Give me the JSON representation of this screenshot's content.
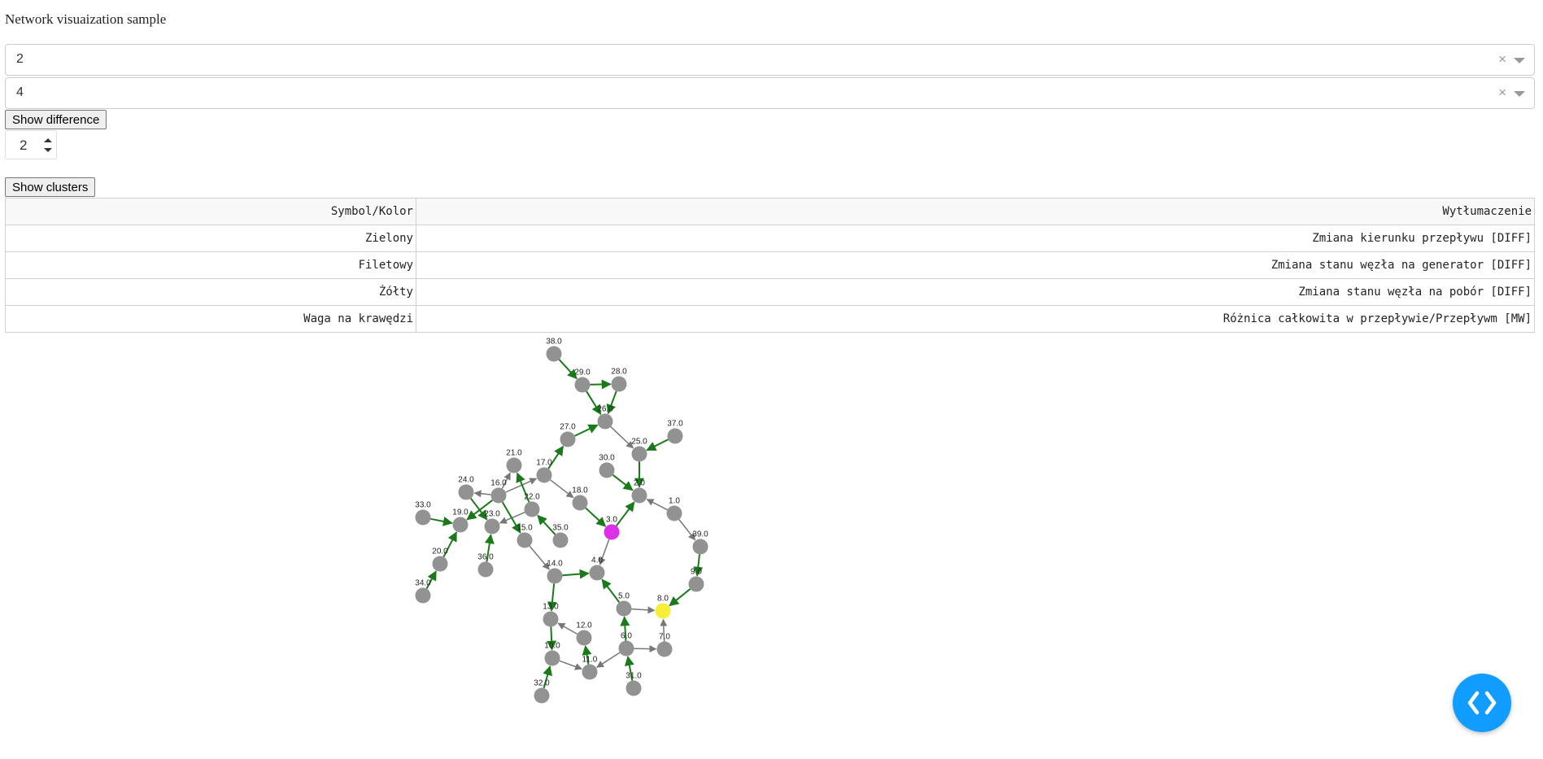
{
  "title": "Network visuaization sample",
  "dropdowns": [
    {
      "value": "2",
      "clear": "×"
    },
    {
      "value": "4",
      "clear": "×"
    }
  ],
  "buttons": {
    "show_difference": "Show difference",
    "show_clusters": "Show clusters"
  },
  "stepper": {
    "value": "2"
  },
  "legend_table": {
    "headers": [
      "Symbol/Kolor",
      "Wytłumaczenie"
    ],
    "rows": [
      [
        "Zielony",
        "Zmiana kierunku przepływu [DIFF]"
      ],
      [
        "Filetowy",
        "Zmiana stanu węzła na generator [DIFF]"
      ],
      [
        "Żółty",
        "Zmiana stanu węzła na pobór [DIFF]"
      ],
      [
        "Waga na krawędzi",
        "Różnica całkowita w przepływie/Przepływm [MW]"
      ]
    ]
  },
  "graph": {
    "colors": {
      "node": "#929292",
      "generator": "#dd2fe8",
      "load": "#f7ee39",
      "changed_edge": "#1a7a1a",
      "edge": "#777777"
    },
    "nodes": [
      {
        "id": "38.0"
      },
      {
        "id": "29.0"
      },
      {
        "id": "28.0"
      },
      {
        "id": "26.0"
      },
      {
        "id": "37.0"
      },
      {
        "id": "27.0"
      },
      {
        "id": "25.0"
      },
      {
        "id": "21.0"
      },
      {
        "id": "17.0"
      },
      {
        "id": "30.0"
      },
      {
        "id": "2.0"
      },
      {
        "id": "24.0"
      },
      {
        "id": "16.0"
      },
      {
        "id": "18.0"
      },
      {
        "id": "22.0"
      },
      {
        "id": "1.0"
      },
      {
        "id": "33.0"
      },
      {
        "id": "19.0"
      },
      {
        "id": "23.0"
      },
      {
        "id": "15.0"
      },
      {
        "id": "35.0"
      },
      {
        "id": "3.0",
        "state": "generator"
      },
      {
        "id": "39.0"
      },
      {
        "id": "20.0"
      },
      {
        "id": "36.0"
      },
      {
        "id": "14.0"
      },
      {
        "id": "4.0"
      },
      {
        "id": "34.0"
      },
      {
        "id": "9.0"
      },
      {
        "id": "5.0"
      },
      {
        "id": "8.0",
        "state": "load"
      },
      {
        "id": "13.0"
      },
      {
        "id": "12.0"
      },
      {
        "id": "6.0"
      },
      {
        "id": "7.0"
      },
      {
        "id": "10.0"
      },
      {
        "id": "11.0"
      },
      {
        "id": "31.0"
      },
      {
        "id": "32.0"
      }
    ],
    "edges": [
      [
        "38.0",
        "29.0",
        1
      ],
      [
        "29.0",
        "28.0",
        1
      ],
      [
        "28.0",
        "26.0",
        1
      ],
      [
        "29.0",
        "26.0",
        1
      ],
      [
        "37.0",
        "25.0",
        1
      ],
      [
        "26.0",
        "25.0",
        0
      ],
      [
        "27.0",
        "26.0",
        1
      ],
      [
        "17.0",
        "27.0",
        1
      ],
      [
        "25.0",
        "2.0",
        1
      ],
      [
        "30.0",
        "2.0",
        1
      ],
      [
        "1.0",
        "2.0",
        0
      ],
      [
        "3.0",
        "2.0",
        1
      ],
      [
        "1.0",
        "39.0",
        0
      ],
      [
        "39.0",
        "9.0",
        1
      ],
      [
        "9.0",
        "8.0",
        1
      ],
      [
        "5.0",
        "8.0",
        0
      ],
      [
        "7.0",
        "8.0",
        0
      ],
      [
        "6.0",
        "7.0",
        0
      ],
      [
        "6.0",
        "5.0",
        1
      ],
      [
        "5.0",
        "4.0",
        1
      ],
      [
        "3.0",
        "4.0",
        0
      ],
      [
        "14.0",
        "4.0",
        1
      ],
      [
        "18.0",
        "3.0",
        1
      ],
      [
        "17.0",
        "18.0",
        0
      ],
      [
        "16.0",
        "17.0",
        0
      ],
      [
        "16.0",
        "21.0",
        0
      ],
      [
        "22.0",
        "21.0",
        1
      ],
      [
        "16.0",
        "24.0",
        0
      ],
      [
        "24.0",
        "23.0",
        1
      ],
      [
        "22.0",
        "23.0",
        0
      ],
      [
        "35.0",
        "22.0",
        1
      ],
      [
        "16.0",
        "15.0",
        1
      ],
      [
        "16.0",
        "19.0",
        1
      ],
      [
        "33.0",
        "19.0",
        1
      ],
      [
        "20.0",
        "19.0",
        1
      ],
      [
        "34.0",
        "20.0",
        1
      ],
      [
        "36.0",
        "23.0",
        1
      ],
      [
        "15.0",
        "14.0",
        0
      ],
      [
        "14.0",
        "13.0",
        1
      ],
      [
        "12.0",
        "13.0",
        0
      ],
      [
        "13.0",
        "10.0",
        1
      ],
      [
        "32.0",
        "10.0",
        1
      ],
      [
        "10.0",
        "11.0",
        0
      ],
      [
        "11.0",
        "12.0",
        1
      ],
      [
        "6.0",
        "11.0",
        0
      ],
      [
        "31.0",
        "6.0",
        1
      ]
    ]
  }
}
